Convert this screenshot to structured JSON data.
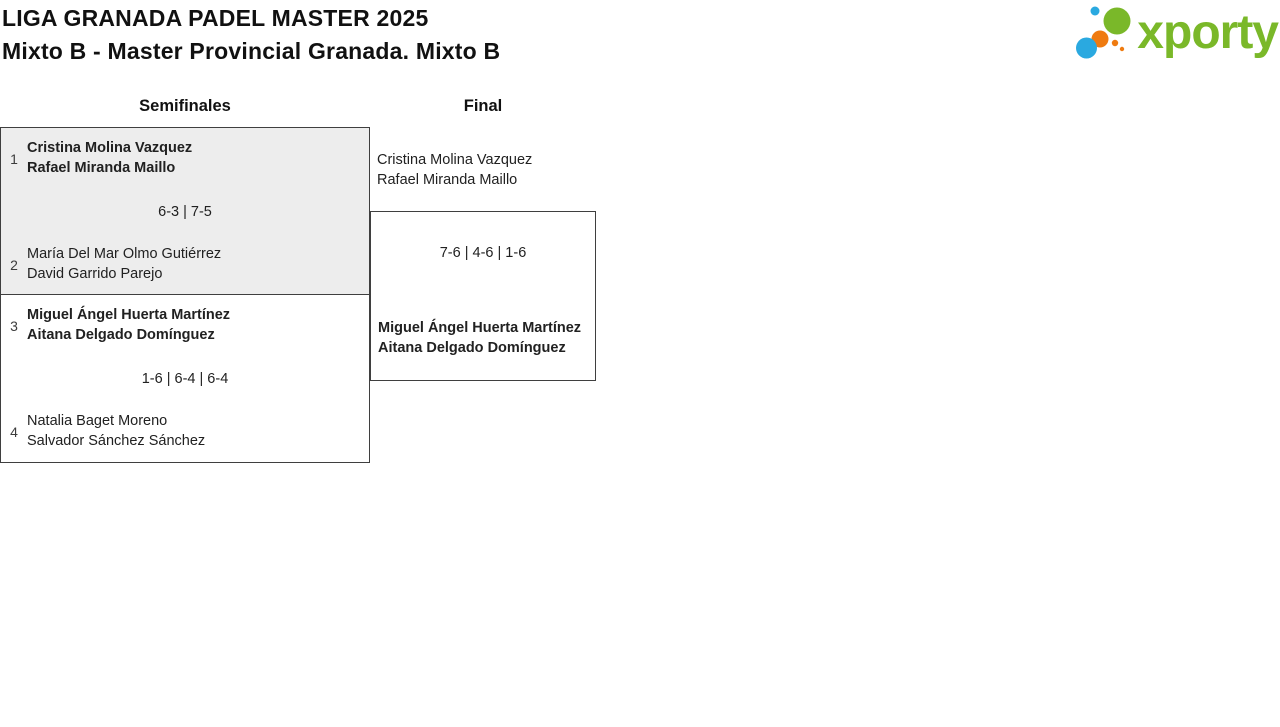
{
  "header": {
    "title": "LIGA GRANADA PADEL MASTER 2025",
    "subtitle": "Mixto B - Master Provincial Granada. Mixto B",
    "logo": {
      "text": "xporty",
      "colors": {
        "green": "#7ab829",
        "blue": "#2aa9e0",
        "orange": "#ef7b10"
      }
    }
  },
  "bracket": {
    "round_headers": [
      {
        "label": "Semifinales"
      },
      {
        "label": "Final"
      }
    ],
    "semifinals": [
      {
        "score": "6-3 | 7-5",
        "team1": {
          "seed": "1",
          "player1": "Cristina Molina Vazquez",
          "player2": "Rafael Miranda Maillo",
          "winner": true
        },
        "team2": {
          "seed": "2",
          "player1": "María Del Mar Olmo Gutiérrez",
          "player2": "David Garrido Parejo",
          "winner": false
        }
      },
      {
        "score": "1-6 | 6-4 | 6-4",
        "team1": {
          "seed": "3",
          "player1": "Miguel Ángel Huerta Martínez",
          "player2": "Aitana Delgado Domínguez",
          "winner": true
        },
        "team2": {
          "seed": "4",
          "player1": "Natalia Baget Moreno",
          "player2": "Salvador Sánchez Sánchez",
          "winner": false
        }
      }
    ],
    "final": {
      "score": "7-6 | 4-6 | 1-6",
      "team1": {
        "player1": "Cristina Molina Vazquez",
        "player2": "Rafael Miranda Maillo",
        "winner": false
      },
      "team2": {
        "player1": "Miguel Ángel Huerta Martínez",
        "player2": "Aitana Delgado Domínguez",
        "winner": true
      }
    }
  }
}
